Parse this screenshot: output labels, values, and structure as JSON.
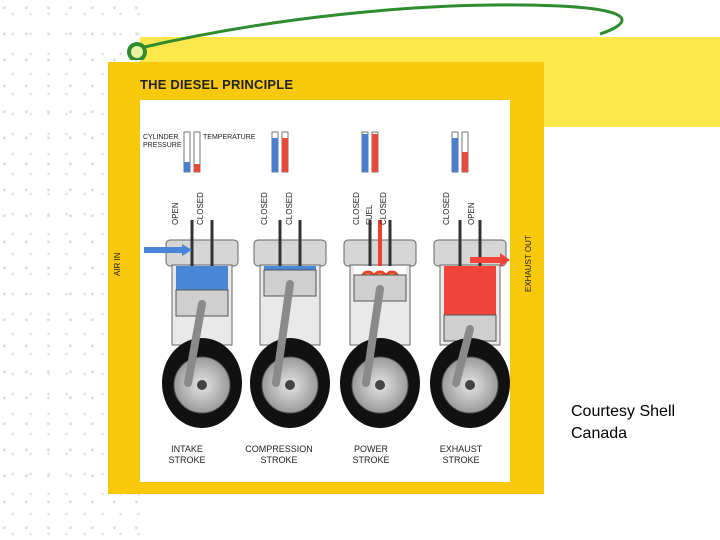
{
  "title": "THE DIESEL PRINCIPLE",
  "legend": {
    "cylinder_pressure": "CYLINDER PRESSURE",
    "temperature": "TEMPERATURE"
  },
  "side_labels": {
    "air_in": "AIR IN",
    "exhaust_out": "EXHAUST OUT"
  },
  "valve_labels": [
    [
      "OPEN",
      "CLOSED"
    ],
    [
      "CLOSED",
      "CLOSED"
    ],
    [
      "CLOSED",
      "FUEL",
      "CLOSED"
    ],
    [
      "CLOSED",
      "OPEN"
    ]
  ],
  "strokes": [
    {
      "line1": "INTAKE",
      "line2": "STROKE",
      "pressure_level": 0.25,
      "temperature_level": 0.2
    },
    {
      "line1": "COMPRESSION",
      "line2": "STROKE",
      "pressure_level": 0.85,
      "temperature_level": 0.85
    },
    {
      "line1": "POWER",
      "line2": "STROKE",
      "pressure_level": 0.95,
      "temperature_level": 0.95
    },
    {
      "line1": "EXHAUST",
      "line2": "STROKE",
      "pressure_level": 0.85,
      "temperature_level": 0.5
    }
  ],
  "credit": {
    "line1": "Courtesy Shell",
    "line2": "Canada"
  },
  "colors": {
    "poster": "#f8c80a",
    "band": "#fde84b",
    "air": "#4a86d8",
    "exhaust": "#f0443a",
    "pressure": "#4a7fd0",
    "temperature": "#e84a3a"
  }
}
